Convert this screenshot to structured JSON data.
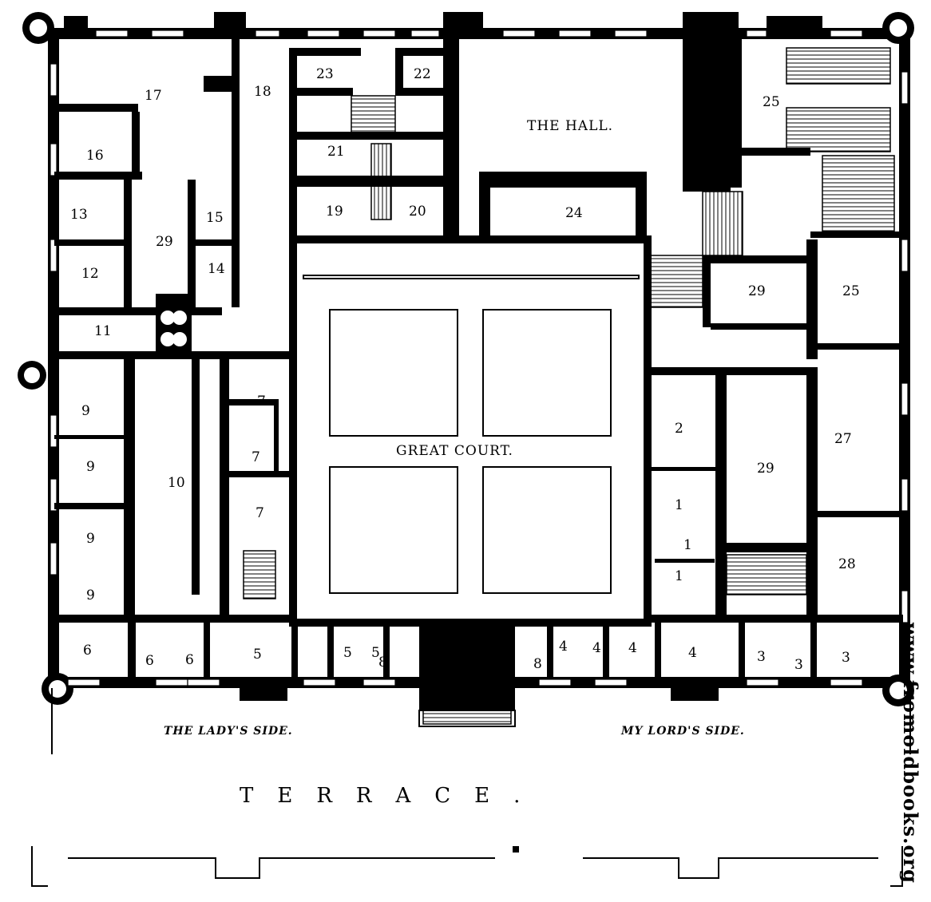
{
  "labels": {
    "hall": "THE HALL.",
    "great_court": "GREAT COURT.",
    "lady_side": "THE LADY'S SIDE.",
    "lord_side": "MY LORD'S SIDE.",
    "terrace": "TERRACE.",
    "watermark": "www.fromoldbooks.org"
  },
  "rooms": [
    {
      "name": "room-17",
      "label": "17"
    },
    {
      "name": "room-18",
      "label": "18"
    },
    {
      "name": "room-23",
      "label": "23"
    },
    {
      "name": "room-22",
      "label": "22"
    },
    {
      "name": "room-25-north",
      "label": "25"
    },
    {
      "name": "room-16",
      "label": "16"
    },
    {
      "name": "room-21",
      "label": "21"
    },
    {
      "name": "room-13",
      "label": "13"
    },
    {
      "name": "room-29-west",
      "label": "29"
    },
    {
      "name": "room-15",
      "label": "15"
    },
    {
      "name": "room-19",
      "label": "19"
    },
    {
      "name": "room-20",
      "label": "20"
    },
    {
      "name": "room-24",
      "label": "24"
    },
    {
      "name": "room-12",
      "label": "12"
    },
    {
      "name": "room-14",
      "label": "14"
    },
    {
      "name": "room-29-east",
      "label": "29"
    },
    {
      "name": "room-25-east",
      "label": "25"
    },
    {
      "name": "room-11",
      "label": "11"
    },
    {
      "name": "room-9-a",
      "label": "9"
    },
    {
      "name": "room-7-a",
      "label": "7"
    },
    {
      "name": "room-2",
      "label": "2"
    },
    {
      "name": "room-27",
      "label": "27"
    },
    {
      "name": "room-9-b",
      "label": "9"
    },
    {
      "name": "room-7-b",
      "label": "7"
    },
    {
      "name": "room-10",
      "label": "10"
    },
    {
      "name": "room-29-centre",
      "label": "29"
    },
    {
      "name": "room-7-c",
      "label": "7"
    },
    {
      "name": "room-1-a",
      "label": "1"
    },
    {
      "name": "room-9-c",
      "label": "9"
    },
    {
      "name": "room-1-b",
      "label": "1"
    },
    {
      "name": "room-28",
      "label": "28"
    },
    {
      "name": "room-1-c",
      "label": "1"
    },
    {
      "name": "room-9-d",
      "label": "9"
    },
    {
      "name": "room-6-a",
      "label": "6"
    },
    {
      "name": "room-6-b",
      "label": "6"
    },
    {
      "name": "room-6-c",
      "label": "6"
    },
    {
      "name": "room-5-a",
      "label": "5"
    },
    {
      "name": "room-5-b",
      "label": "5"
    },
    {
      "name": "room-5-c",
      "label": "5"
    },
    {
      "name": "room-8-a",
      "label": "8"
    },
    {
      "name": "room-8-b",
      "label": "8"
    },
    {
      "name": "room-4-a",
      "label": "4"
    },
    {
      "name": "room-4-b",
      "label": "4"
    },
    {
      "name": "room-4-c",
      "label": "4"
    },
    {
      "name": "room-4-d",
      "label": "4"
    },
    {
      "name": "room-3-a",
      "label": "3"
    },
    {
      "name": "room-3-b",
      "label": "3"
    },
    {
      "name": "room-3-c",
      "label": "3"
    }
  ]
}
